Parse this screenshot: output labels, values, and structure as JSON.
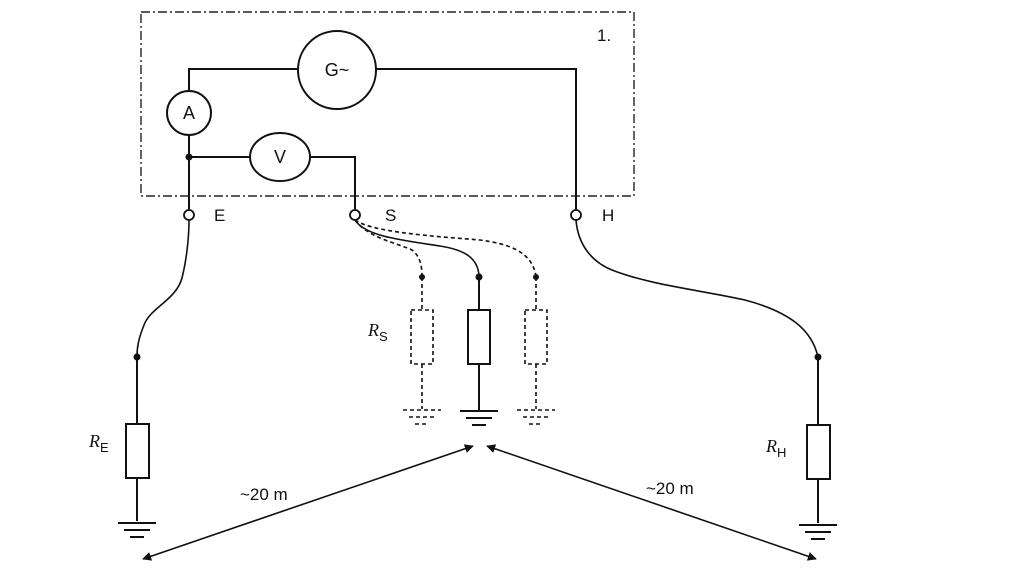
{
  "instrument": {
    "number_label": "1.",
    "generator_label": "G~",
    "ammeter_label": "A",
    "voltmeter_label": "V"
  },
  "terminals": {
    "E": "E",
    "S": "S",
    "H": "H"
  },
  "resistors": {
    "RE": {
      "symbol": "R",
      "subscript": "E"
    },
    "RS": {
      "symbol": "R",
      "subscript": "S"
    },
    "RH": {
      "symbol": "R",
      "subscript": "H"
    }
  },
  "distances": {
    "left": "~20 m",
    "right": "~20 m"
  }
}
